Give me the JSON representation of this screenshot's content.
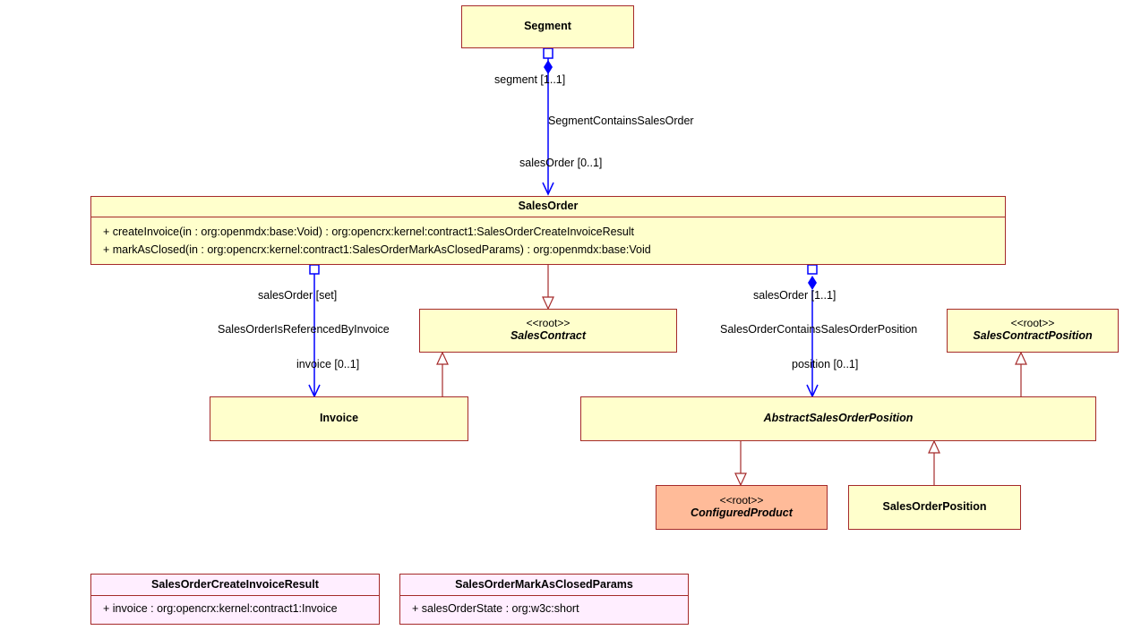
{
  "classes": {
    "segment": {
      "name": "Segment"
    },
    "sales_order": {
      "name": "SalesOrder",
      "operations": [
        "+ createInvoice(in : org:openmdx:base:Void) : org:opencrx:kernel:contract1:SalesOrderCreateInvoiceResult",
        "+ markAsClosed(in : org:opencrx:kernel:contract1:SalesOrderMarkAsClosedParams) : org:openmdx:base:Void"
      ]
    },
    "sales_contract": {
      "stereotype": "<<root>>",
      "name": "SalesContract"
    },
    "sales_contract_position": {
      "stereotype": "<<root>>",
      "name": "SalesContractPosition"
    },
    "invoice": {
      "name": "Invoice"
    },
    "abstract_sales_order_position": {
      "name": "AbstractSalesOrderPosition"
    },
    "configured_product": {
      "stereotype": "<<root>>",
      "name": "ConfiguredProduct"
    },
    "sales_order_position": {
      "name": "SalesOrderPosition"
    },
    "create_invoice_result": {
      "name": "SalesOrderCreateInvoiceResult",
      "attributes": [
        "+ invoice : org:opencrx:kernel:contract1:Invoice"
      ]
    },
    "mark_as_closed_params": {
      "name": "SalesOrderMarkAsClosedParams",
      "attributes": [
        "+ salesOrderState : org:w3c:short"
      ]
    }
  },
  "associations": {
    "segment_contains_sales_order": {
      "name": "SegmentContainsSalesOrder",
      "source_end": "segment [1..1]",
      "target_end": "salesOrder [0..1]"
    },
    "referenced_by_invoice": {
      "name": "SalesOrderIsReferencedByInvoice",
      "source_end": "salesOrder [set]",
      "target_end": "invoice [0..1]"
    },
    "contains_position": {
      "name": "SalesOrderContainsSalesOrderPosition",
      "source_end": "salesOrder [1..1]",
      "target_end": "position [0..1]"
    }
  },
  "colors": {
    "class_fill": "#ffffcc",
    "class_border": "#a52a2a",
    "root_fill": "#ffbb99",
    "struct_fill": "#ffeeff",
    "association_line": "#0000ff",
    "generalization_line": "#a52a2a"
  }
}
